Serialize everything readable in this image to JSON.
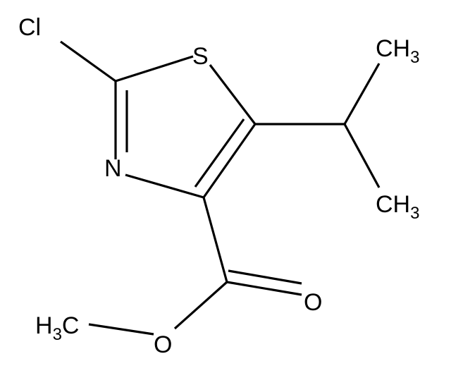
{
  "molecule": {
    "atoms": {
      "cl": "Cl",
      "s": "S",
      "n": "N",
      "ch3_top": {
        "main": "CH",
        "sub": "3"
      },
      "ch3_bottom": {
        "main": "CH",
        "sub": "3"
      },
      "o_carbonyl": "O",
      "o_ester": "O",
      "h3c": {
        "h": "H",
        "sub": "3",
        "c": "C"
      }
    },
    "colors": {
      "stroke": "#000000",
      "background": "#ffffff"
    }
  }
}
